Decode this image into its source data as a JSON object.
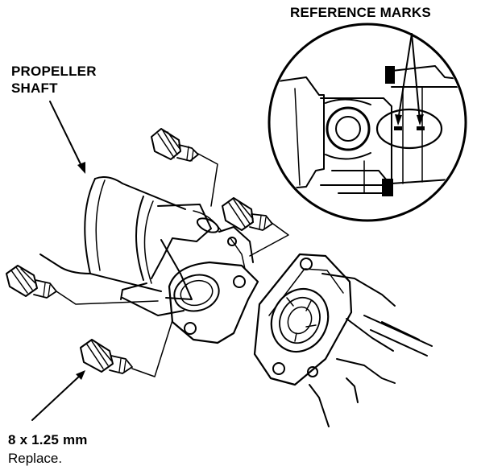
{
  "labels": {
    "reference_marks": "REFERENCE MARKS",
    "propeller_shaft_line1": "PROPELLER",
    "propeller_shaft_line2": "SHAFT",
    "bolt_size": "8 x 1.25 mm",
    "bolt_note": "Replace."
  },
  "colors": {
    "ink": "#000000",
    "paper": "#ffffff"
  }
}
